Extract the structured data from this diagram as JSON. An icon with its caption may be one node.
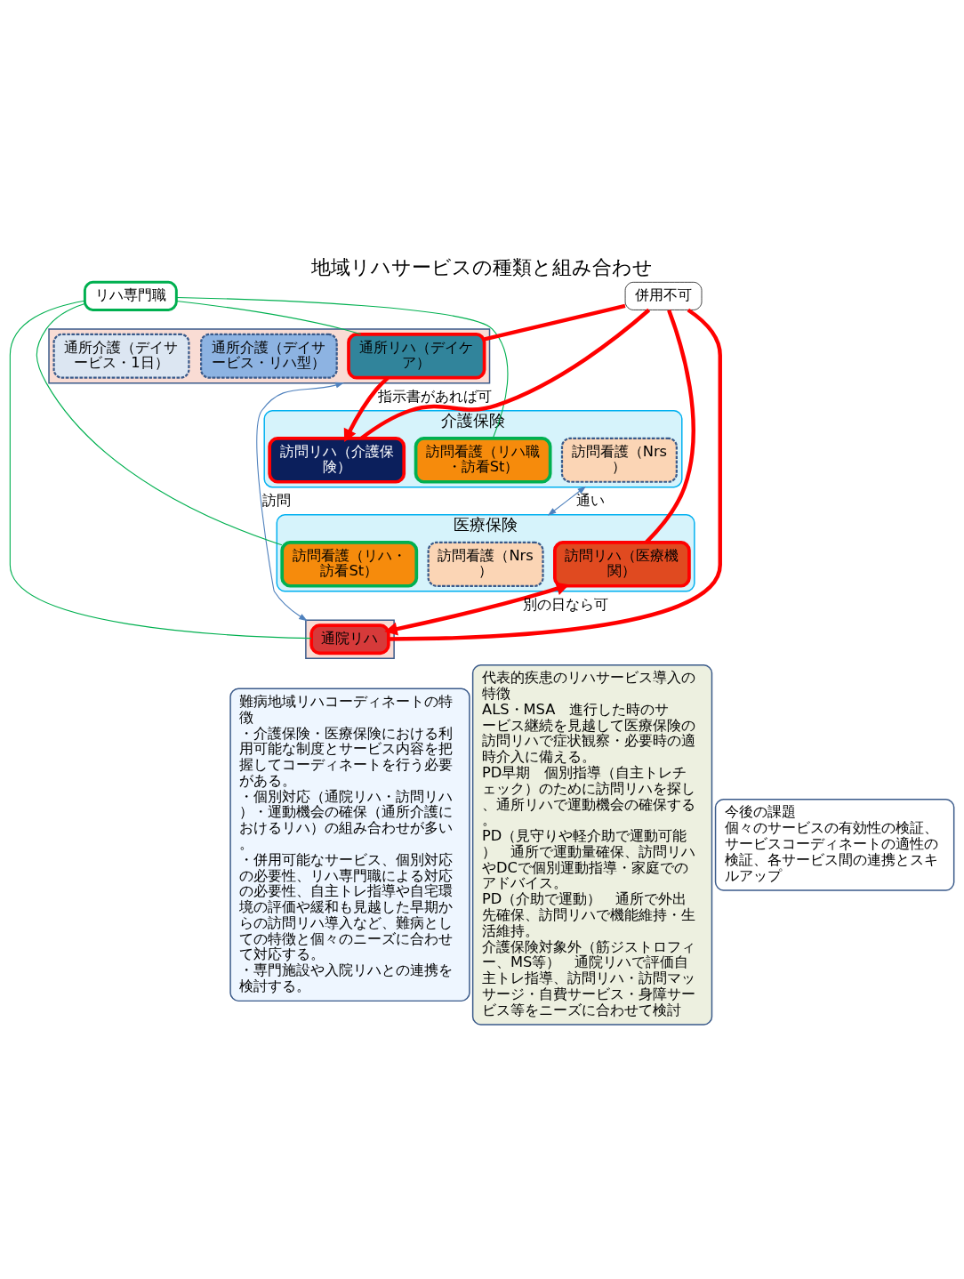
{
  "diagram": {
    "title": "地域リハサービスの種類と組み合わせ",
    "nodes": [
      {
        "text": [
          "介護保険"
        ]
      },
      {
        "text": [
          "訪問看護（Nrs）"
        ],
        "in": 0
      },
      {
        "text": [
          "訪問看護（リハ職・訪看St）"
        ],
        "in": 0
      },
      {
        "text": [
          "訪問リハ（介護保険）"
        ],
        "in": 0
      },
      {
        "text": [],
        "shape": "box"
      },
      {
        "text": [
          "通所リハ（デイケア）"
        ],
        "in": 4
      },
      {
        "text": [
          "通所介護（デイサービス・リハ型）"
        ],
        "in": 4
      },
      {
        "text": [
          "通所介護（デイサービス・1日）"
        ],
        "in": 4
      },
      {
        "text": [
          "医療保険"
        ]
      },
      {
        "text": [
          "訪問看護（Nrs）"
        ],
        "in": 8
      },
      {
        "text": [
          "訪問看護（リハ・訪看St）"
        ],
        "in": 8
      },
      {
        "text": [
          "訪問リハ（医療機関）"
        ],
        "in": 8
      },
      {
        "text": [],
        "shape": "box"
      },
      {
        "text": [
          "通院リハ"
        ],
        "in": 12
      },
      {
        "text": [
          "リハ専門職"
        ]
      },
      {
        "text": [
          "併用不可"
        ]
      },
      {
        "text": [
          "難病地域リハコーディネートの特徴",
          "・介護保険・医療保険における利用可能な制度とサービス内容を把握してコーディネートを行う必要がある。",
          "・個別対応（通院リハ・訪問リハ）・運動機会の確保（通所介護におけるリハ）の組み合わせが多い。",
          "・併用可能なサービス、個別対応の必要性、リハ専門職による対応の必要性、自主トレ指導や自宅環境の評価や緩和も見越した早期からの訪問リハ導入など、難病としての特徴と個々のニーズに合わせて対応する。",
          "・専門施設や入院リハとの連携を検討する。"
        ]
      },
      {
        "text": [
          "代表的疾患のリハサービス導入の特徴",
          "ALS・MSA　進行した時のサービス継続を見越して医療保険の訪問リハで症状観察・必要時の適時介入に備える。",
          "PD早期　個別指導（自主トレチェック）のために訪問リハを探し、通所リハで運動機会の確保する。",
          "PD（見守りや軽介助で運動可能）　通所で運動量確保、訪問リハやDCで個別運動指導・家庭でのアドバイス。",
          "PD（介助で運動）　通所で外出先確保、訪問リハで機能維持・生活維持。",
          "介護保険対象外（筋ジストロフィー、MS等）　通院リハで評価自主トレ指導、訪問リハ・訪問マッサージ・自費サービス・身障サービス等をニーズに合わせて検討"
        ]
      },
      {
        "text": [
          "今後の課題",
          "個々のサービスの有効性の検証、サービスコーディネートの適性の検証、各サービス間の連携とスキルアップ"
        ]
      }
    ],
    "edges": [
      {
        "from": 0,
        "to": 8,
        "arrow": "both",
        "label": "通い",
        "color": "#4f81bd"
      },
      {
        "from": 4,
        "to": 12,
        "arrow": "both",
        "label": "訪問",
        "color": "#4f81bd"
      },
      {
        "from": 14,
        "to": 2,
        "arrow": "none",
        "color": "#00b050"
      },
      {
        "from": 14,
        "to": 5,
        "arrow": "none",
        "color": "#00b050"
      },
      {
        "from": 14,
        "to": 10,
        "arrow": "none",
        "color": "#00b050"
      },
      {
        "from": 14,
        "to": 13,
        "arrow": "none",
        "color": "#00b050"
      },
      {
        "from": 15,
        "to": 3,
        "arrow": "none",
        "style": "thick"
      },
      {
        "from": 15,
        "to": 5,
        "arrow": "none",
        "style": "thick"
      },
      {
        "from": 15,
        "to": 11,
        "arrow": "none",
        "style": "thick"
      },
      {
        "from": 15,
        "to": 13,
        "arrow": "none",
        "style": "thick"
      },
      {
        "from": 11,
        "to": 13,
        "arrow": "both",
        "label": "別の日なら可",
        "style": "thick"
      },
      {
        "from": 5,
        "to": 3,
        "arrow": "to",
        "label": "指示書があれば可",
        "style": "thick"
      }
    ]
  }
}
